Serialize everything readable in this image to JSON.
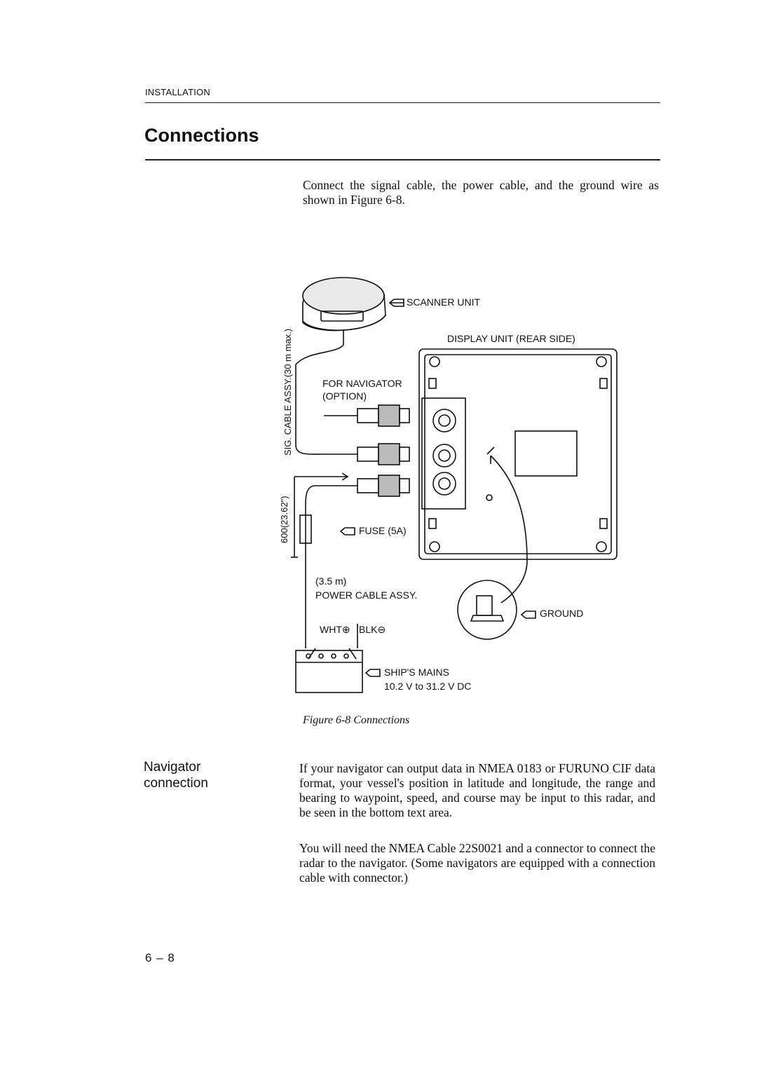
{
  "header": {
    "section_label": "INSTALLATION"
  },
  "title": "Connections",
  "intro": "Connect the signal cable, the power cable, and the ground wire as shown in Figure 6-8.",
  "figure": {
    "labels": {
      "scanner_unit": "SCANNER UNIT",
      "display_unit": "DISPLAY UNIT (REAR SIDE)",
      "for_navigator": "FOR NAVIGATOR",
      "option": "(OPTION)",
      "sig_cable": "SIG. CABLE ASSY.(30 m max.)",
      "dimension": "600(23.62\")",
      "fuse": "FUSE (5A)",
      "power_length": "(3.5 m)",
      "power_cable": "POWER CABLE ASSY.",
      "ground": "GROUND",
      "wht": "WHT⊕",
      "blk": "BLK⊖",
      "ships_mains": "SHIP'S MAINS",
      "voltage": "10.2 V to 31.2 V DC"
    },
    "caption": "Figure 6-8 Connections"
  },
  "navigator_section": {
    "heading": "Navigator connection",
    "para1": "If your navigator can output data in NMEA 0183 or FURUNO CIF data format, your vessel's position in latitude and longitude, the range and bearing to waypoint, speed, and course may be input to this radar, and be seen in the bottom text area.",
    "para2": "You will need the NMEA Cable 22S0021 and a connector to connect the radar to the navigator. (Some navigators are equipped with a connection cable with connector.)"
  },
  "page_number": "6 – 8"
}
